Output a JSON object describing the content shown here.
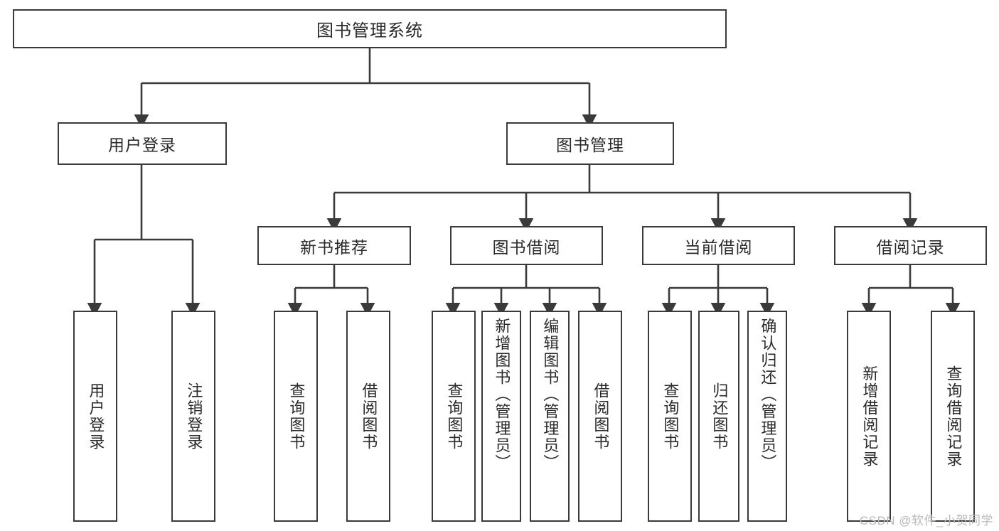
{
  "diagram": {
    "title_node": {
      "label": "图书管理系统"
    },
    "level2": [
      {
        "id": "user-login",
        "label": "用户登录"
      },
      {
        "id": "book-management",
        "label": "图书管理"
      }
    ],
    "level3": [
      {
        "id": "new-book-recommend",
        "label": "新书推荐"
      },
      {
        "id": "book-borrow",
        "label": "图书借阅"
      },
      {
        "id": "current-borrow",
        "label": "当前借阅"
      },
      {
        "id": "borrow-record",
        "label": "借阅记录"
      }
    ],
    "leaves": [
      {
        "id": "user-login-leaf",
        "label": "用户登录"
      },
      {
        "id": "logout-leaf",
        "label": "注销登录"
      },
      {
        "id": "query-book-rec",
        "label": "查询图书"
      },
      {
        "id": "borrow-book-rec",
        "label": "借阅图书"
      },
      {
        "id": "query-book-borrow",
        "label": "查询图书"
      },
      {
        "id": "add-book-admin",
        "label": "新增图书（管理员）"
      },
      {
        "id": "edit-book-admin",
        "label": "编辑图书（管理员）"
      },
      {
        "id": "borrow-book",
        "label": "借阅图书"
      },
      {
        "id": "query-book-current",
        "label": "查询图书"
      },
      {
        "id": "return-book",
        "label": "归还图书"
      },
      {
        "id": "confirm-return-admin",
        "label": "确认归还（管理员）"
      },
      {
        "id": "add-borrow-record",
        "label": "新增借阅记录"
      },
      {
        "id": "query-borrow-record",
        "label": "查询借阅记录"
      }
    ],
    "watermark": "CSDN @软件_小贺同学",
    "colors": {
      "stroke": "#3a3a3a",
      "fill": "#ffffff",
      "text": "#2b2b2b",
      "watermark": "#b9b9b9"
    }
  }
}
